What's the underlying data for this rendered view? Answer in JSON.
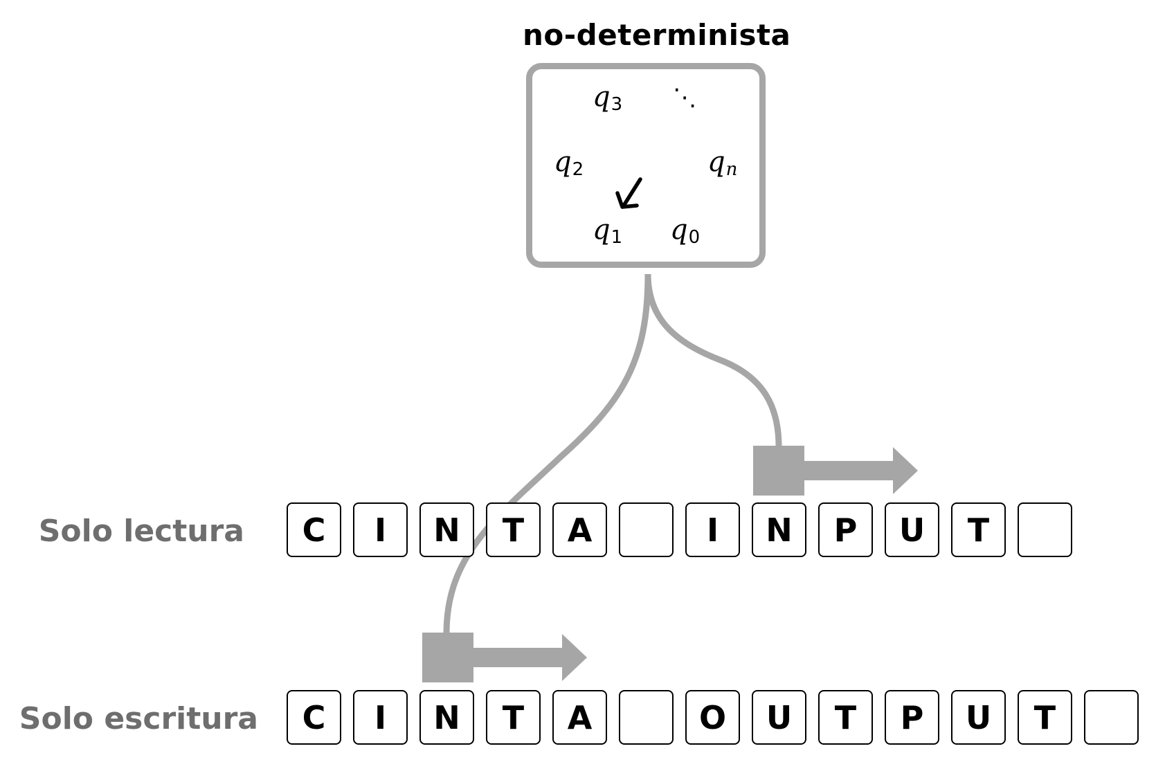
{
  "control": {
    "title": "no-determinista",
    "states": [
      {
        "base": "q",
        "sub": "3",
        "italic_sub": false
      },
      {
        "base": "q",
        "sub": "2",
        "italic_sub": false
      },
      {
        "base": "q",
        "sub": "n",
        "italic_sub": true
      },
      {
        "base": "q",
        "sub": "1",
        "italic_sub": false
      },
      {
        "base": "q",
        "sub": "0",
        "italic_sub": false
      }
    ],
    "ellipsis": "⋱",
    "transition_mark": "check-arrow"
  },
  "tapes": [
    {
      "label": "Solo lectura",
      "cells": [
        "C",
        "I",
        "N",
        "T",
        "A",
        "",
        "I",
        "N",
        "P",
        "U",
        "T",
        ""
      ],
      "head_index": 7
    },
    {
      "label": "Solo escritura",
      "cells": [
        "C",
        "I",
        "N",
        "T",
        "A",
        "",
        "O",
        "U",
        "T",
        "P",
        "U",
        "T",
        ""
      ],
      "head_index": 2
    }
  ],
  "colors": {
    "frame": "#a6a6a6",
    "label": "#6e6e6e",
    "text": "#000000"
  }
}
